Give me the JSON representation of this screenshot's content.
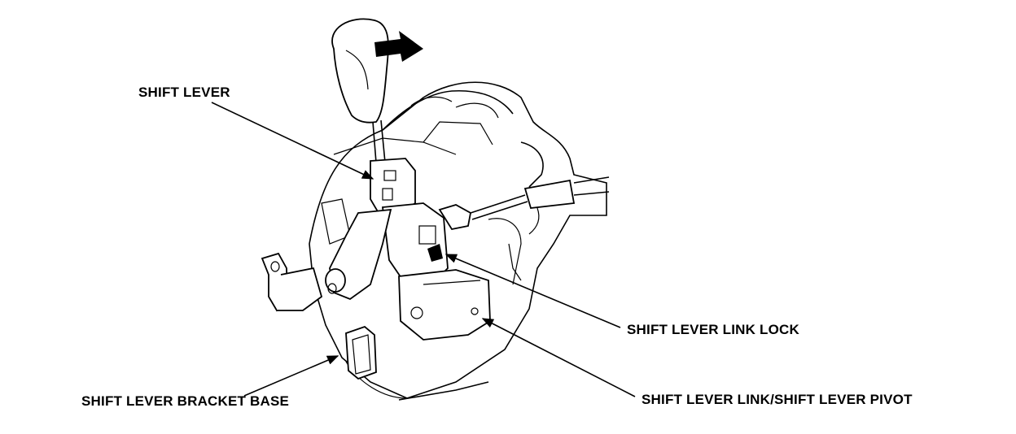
{
  "labels": {
    "shift_lever": "SHIFT LEVER",
    "link_lock": "SHIFT LEVER LINK LOCK",
    "bracket_base": "SHIFT LEVER BRACKET BASE",
    "link_pivot": "SHIFT LEVER LINK/SHIFT LEVER PIVOT"
  }
}
